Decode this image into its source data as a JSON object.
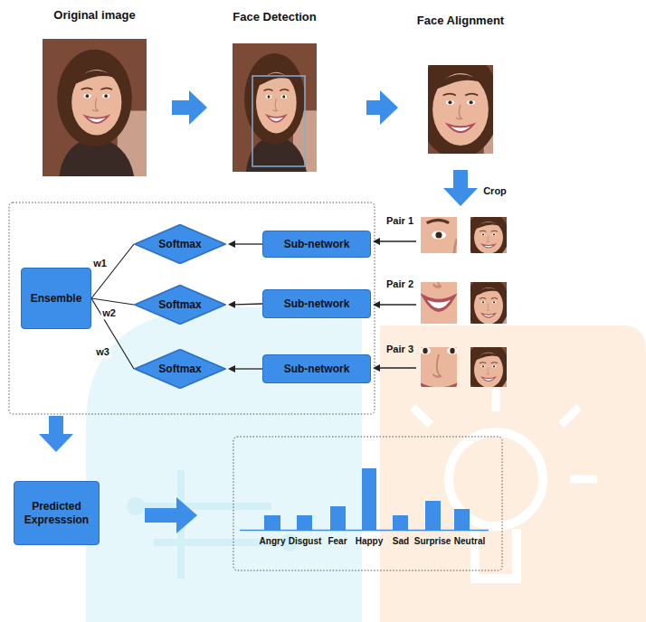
{
  "diagram": {
    "nodes": [
      {
        "text": [
          "Original image"
        ]
      },
      {
        "text": [
          "Face Detection"
        ]
      },
      {
        "text": [
          "Face Alignment"
        ]
      },
      {
        "text": [
          "Ensemble"
        ]
      },
      {
        "text": [
          "Softmax"
        ]
      },
      {
        "text": [
          "Softmax"
        ]
      },
      {
        "text": [
          "Softmax"
        ]
      },
      {
        "text": [
          "Sub-network"
        ]
      },
      {
        "text": [
          "Sub-network"
        ]
      },
      {
        "text": [
          "Sub-network"
        ]
      },
      {
        "text": [
          "Pair 1"
        ]
      },
      {
        "text": [
          "Pair 2"
        ]
      },
      {
        "text": [
          "Pair 3"
        ]
      },
      {
        "text": [
          "Predicted Expresssion"
        ]
      }
    ],
    "edges": [
      {
        "from": 0,
        "to": 1,
        "arrow": "to"
      },
      {
        "from": 1,
        "to": 2,
        "arrow": "to"
      },
      {
        "from": 2,
        "to": 10,
        "label": "Crop",
        "arrow": "to"
      },
      {
        "from": 10,
        "to": 7,
        "arrow": "to"
      },
      {
        "from": 11,
        "to": 8,
        "arrow": "to"
      },
      {
        "from": 12,
        "to": 9,
        "arrow": "to"
      },
      {
        "from": 7,
        "to": 4,
        "arrow": "to"
      },
      {
        "from": 8,
        "to": 5,
        "arrow": "to"
      },
      {
        "from": 9,
        "to": 6,
        "arrow": "to"
      },
      {
        "from": 3,
        "to": 4,
        "label": "w1",
        "arrow": "none"
      },
      {
        "from": 3,
        "to": 5,
        "label": "w2",
        "arrow": "none"
      },
      {
        "from": 3,
        "to": 6,
        "label": "w3",
        "arrow": "none"
      },
      {
        "from": 3,
        "to": 13,
        "arrow": "to"
      }
    ],
    "labels": [
      "Angry",
      "Disgust",
      "Fear",
      "Happy",
      "Sad",
      "Surprise",
      "Neutral"
    ]
  }
}
